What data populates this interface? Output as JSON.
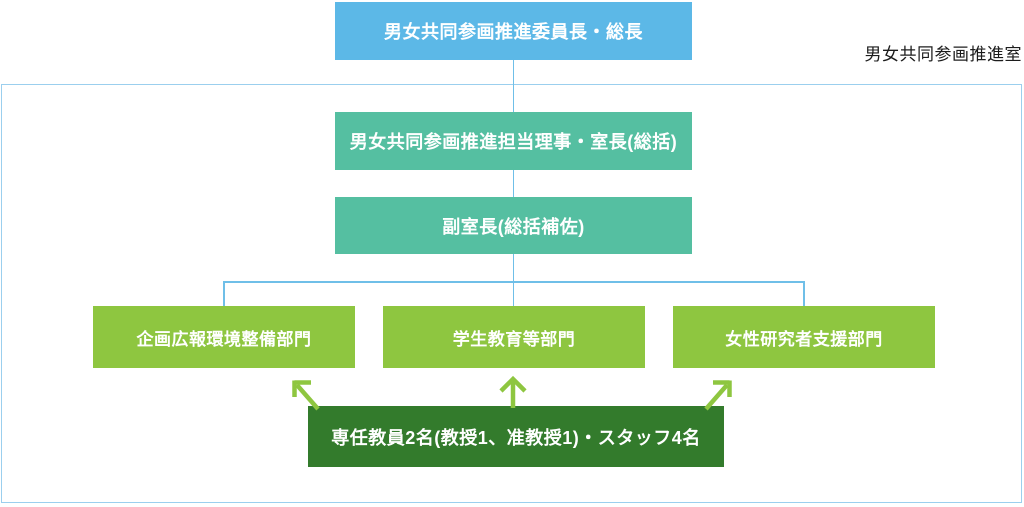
{
  "org_chart": {
    "office_label": "男女共同参画推進室",
    "nodes": {
      "chairman": {
        "label": "男女共同参画推進委員長・総長",
        "color": "#5cb8e7"
      },
      "director": {
        "label": "男女共同参画推進担当理事・室長(総括)",
        "color": "#55bfa1"
      },
      "vice_director": {
        "label": "副室長(総括補佐)",
        "color": "#55bfa1"
      },
      "dept_planning": {
        "label": "企画広報環境整備部門",
        "color": "#8ec640"
      },
      "dept_student": {
        "label": "学生教育等部門",
        "color": "#8ec640"
      },
      "dept_women": {
        "label": "女性研究者支援部門",
        "color": "#8ec640"
      },
      "staff": {
        "label": "専任教員2名(教授1、准教授1)・スタッフ4名",
        "color": "#337b2c"
      }
    },
    "colors": {
      "connector": "#6fbfe8",
      "outline_border": "#9bcfee",
      "arrow": "#8ec640",
      "node_text": "#ffffff",
      "office_label_text": "#1c1c1c"
    },
    "arrows": [
      "up-left",
      "up",
      "up-right"
    ]
  }
}
